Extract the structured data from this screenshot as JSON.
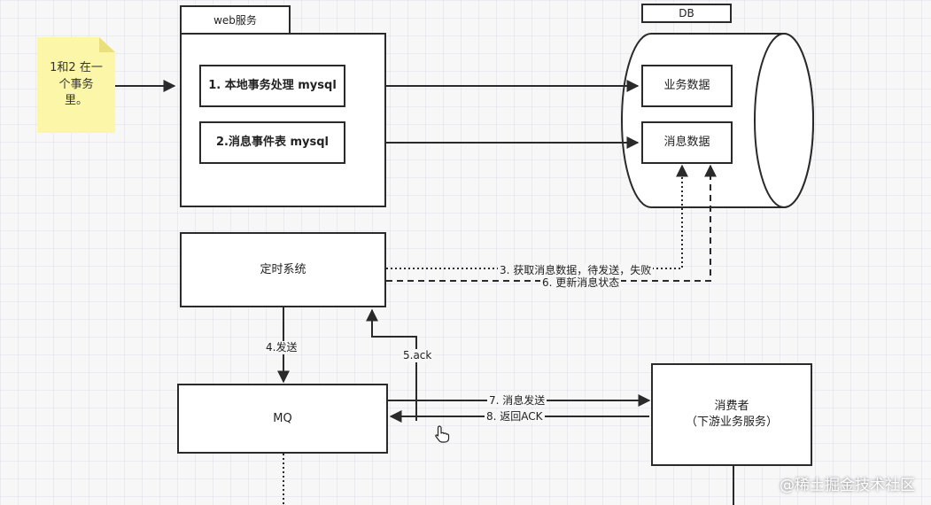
{
  "note": {
    "lines": [
      "1和2 在一",
      "个事务",
      "里。"
    ]
  },
  "web_service": {
    "title": "web服务",
    "step1": "1. 本地事务处理 mysql",
    "step2": "2.消息事件表 mysql"
  },
  "db": {
    "title": "DB",
    "business_data": "业务数据",
    "message_data": "消息数据"
  },
  "scheduler": {
    "label": "定时系统"
  },
  "mq": {
    "label": "MQ"
  },
  "consumer": {
    "line1": "消费者",
    "line2": "（下游业务服务）"
  },
  "edges": {
    "fetch": "3. 获取消息数据，待发送，失败",
    "send": "4.发送",
    "ack": "5.ack",
    "update": "6. 更新消息状态",
    "deliver": "7. 消息发送",
    "return_ack": "8. 返回ACK"
  },
  "watermark": "@稀土掘金技术社区",
  "colors": {
    "stroke": "#2a2a2a",
    "note": "#fcf6a9",
    "canvas": "#f7f7f8"
  }
}
